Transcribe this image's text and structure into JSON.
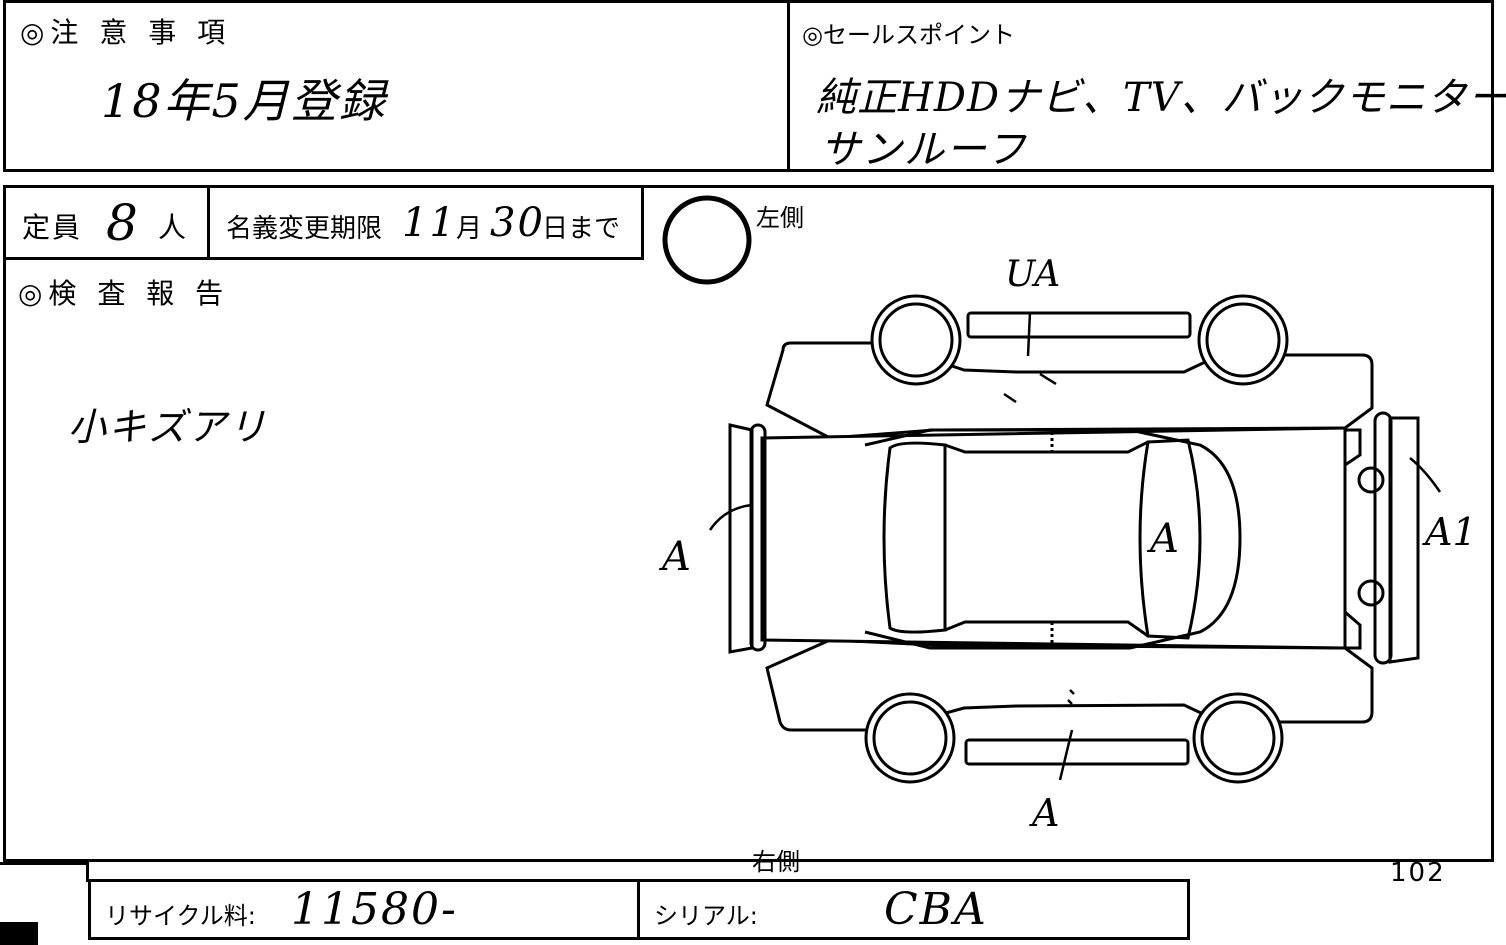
{
  "notes": {
    "heading": "◎注 意 事 項",
    "handwritten": "18年5月登録"
  },
  "sales_point": {
    "heading": "◎セールスポイント",
    "line1": "純正HDDナビ、TV、バックモニター",
    "line2": "サンルーフ"
  },
  "capacity": {
    "label_prefix": "定員",
    "value": "8",
    "label_suffix": "人"
  },
  "name_change": {
    "label": "名義変更期限",
    "month": "11",
    "month_unit": "月",
    "day": "30",
    "day_unit": "日まで"
  },
  "inspection": {
    "heading": "◎検 査 報 告",
    "handwritten": "小キズアリ"
  },
  "diagram": {
    "left_side_label": "左側",
    "right_side_label": "右側",
    "marks": {
      "left_side": "UA",
      "front": "A",
      "roof": "A",
      "rear": "A1",
      "right_side": "A"
    }
  },
  "page_number": "102",
  "footer": {
    "recycle_label": "リサイクル料:",
    "recycle_value": "11580-",
    "serial_label": "シリアル:",
    "serial_value": "CBA"
  }
}
